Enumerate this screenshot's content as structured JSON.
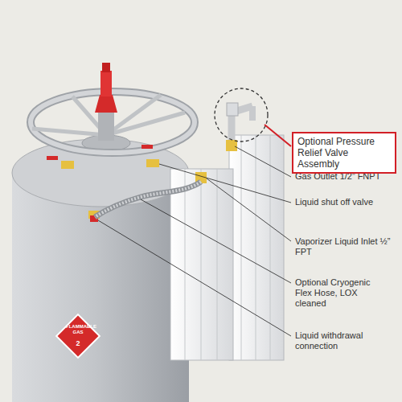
{
  "diagram": {
    "nodes": [
      {
        "text": [
          "Optional Pressure Relief Valve Assembly"
        ]
      }
    ],
    "labels": [
      "Gas Outlet 1/2” FNPT",
      "Liquid shut off valve",
      "Vaporizer Liquid Inlet ½” FPT",
      "Optional Cryogenic Flex Hose, LOX cleaned",
      "Liquid withdrawal connection",
      "FLAMMABLE GAS",
      "2"
    ]
  }
}
